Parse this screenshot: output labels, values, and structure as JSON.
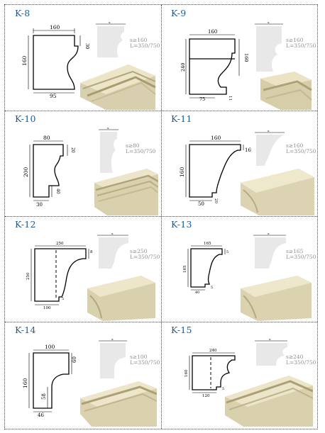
{
  "profiles": [
    {
      "code": "K-8",
      "dims": {
        "top": "160",
        "right": "30",
        "left": "160",
        "bottom": "95"
      },
      "thumb_label": "s",
      "spec": [
        "s≥160",
        "L=350/750"
      ]
    },
    {
      "code": "K-9",
      "dims": {
        "top": "160",
        "mid": "160",
        "left": "240",
        "bottom": "75",
        "tiny": "11"
      },
      "thumb_label": "s",
      "spec": [
        "s≥160",
        "L=350/750"
      ]
    },
    {
      "code": "K-10",
      "dims": {
        "top": "80",
        "right": "20",
        "left": "200",
        "mid": "40",
        "bottom": "30"
      },
      "thumb_label": "s",
      "spec": [
        "s≥80",
        "L=350/750"
      ]
    },
    {
      "code": "K-11",
      "dims": {
        "top": "160",
        "right": "16",
        "left": "160",
        "bottom": "50",
        "tiny": "20"
      },
      "thumb_label": "s",
      "spec": [
        "s≥160",
        "L=350/750"
      ]
    },
    {
      "code": "K-12",
      "dims": {
        "top": "250",
        "right": "8",
        "left": "250",
        "bottom": "100",
        "tiny": "5"
      },
      "thumb_label": "s",
      "spec": [
        "s≥250",
        "L=350/750"
      ]
    },
    {
      "code": "K-13",
      "dims": {
        "top": "165",
        "right": "5",
        "left": "165",
        "bottom": "40",
        "tiny": "5"
      },
      "thumb_label": "s",
      "spec": [
        "s≥165",
        "L=350/750"
      ]
    },
    {
      "code": "K-14",
      "dims": {
        "top": "100",
        "right": "60",
        "left": "160",
        "mid": "58",
        "bottom": "46"
      },
      "thumb_label": "s",
      "spec": [
        "s≥100",
        "L=350/750"
      ]
    },
    {
      "code": "K-15",
      "dims": {
        "top": "240",
        "left": "160",
        "bottom": "120",
        "tiny": "5"
      },
      "thumb_label": "s",
      "spec": [
        "s≥240",
        "L=350/750"
      ]
    }
  ]
}
